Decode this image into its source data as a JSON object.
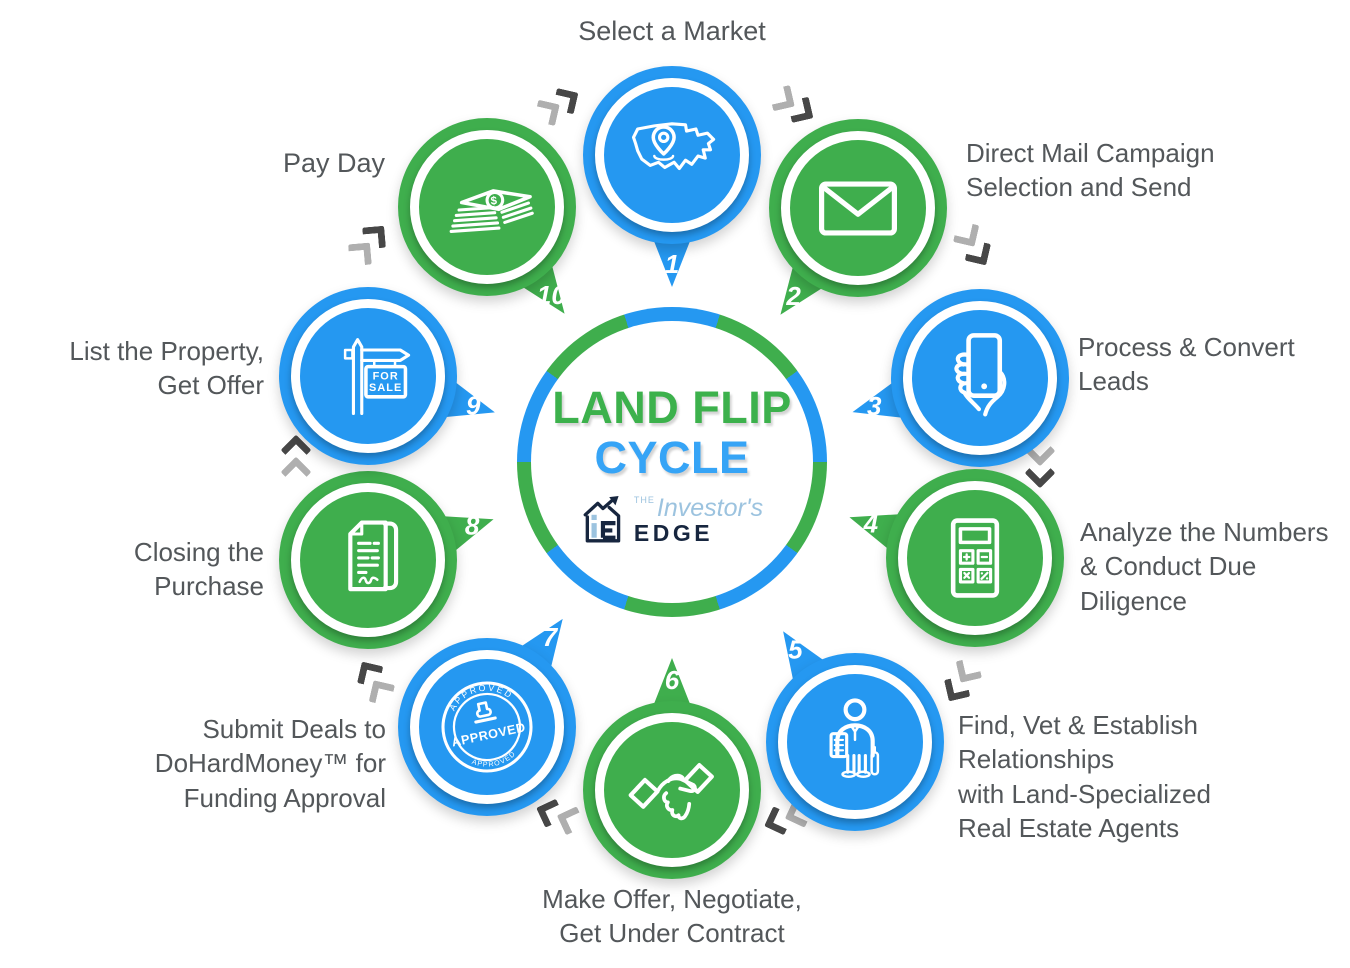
{
  "diagram": {
    "title_line1": "LAND FLIP",
    "title_line2": "CYCLE",
    "logo": {
      "the": "THE",
      "name": "Investor's",
      "edge": "EDGE"
    },
    "colors": {
      "blue": "#2598F1",
      "green": "#3FAE4D",
      "title_green": "#3CB14C",
      "title_blue": "#36A4F6",
      "label_text": "#53575A",
      "chevron_dark": "#474747",
      "chevron_light": "#AFAFAF",
      "logo_navy": "#17263F",
      "logo_light_blue": "#9CC3DF"
    },
    "flow_arrow_icon": "double-chevron-icon"
  },
  "steps": [
    {
      "num": "1",
      "label": "Select a Market",
      "icon": "us-map-location-pin-icon",
      "color": "blue"
    },
    {
      "num": "2",
      "label": "Direct Mail Campaign\nSelection and Send",
      "icon": "envelope-icon",
      "color": "green"
    },
    {
      "num": "3",
      "label": "Process & Convert\nLeads",
      "icon": "phone-in-hand-icon",
      "color": "blue"
    },
    {
      "num": "4",
      "label": "Analyze the Numbers\n& Conduct Due\nDiligence",
      "icon": "calculator-icon",
      "color": "green"
    },
    {
      "num": "5",
      "label": "Find, Vet & Establish Relationships\nwith Land-Specialized\nReal Estate Agents",
      "icon": "real-estate-agent-icon",
      "color": "blue"
    },
    {
      "num": "6",
      "label": "Make Offer, Negotiate,\nGet Under Contract",
      "icon": "handshake-icon",
      "color": "green"
    },
    {
      "num": "7",
      "label": "Submit Deals to\nDoHardMoney™ for\nFunding Approval",
      "icon": "approved-stamp-icon",
      "color": "blue",
      "stamp_text": "APPROVED"
    },
    {
      "num": "8",
      "label": "Closing the\nPurchase",
      "icon": "contract-document-icon",
      "color": "green"
    },
    {
      "num": "9",
      "label": "List the Property,\nGet Offer",
      "icon": "for-sale-sign-icon",
      "color": "blue",
      "sign_line1": "FOR",
      "sign_line2": "SALE"
    },
    {
      "num": "10",
      "label": "Pay Day",
      "icon": "cash-stack-icon",
      "color": "green",
      "currency": "$"
    }
  ]
}
